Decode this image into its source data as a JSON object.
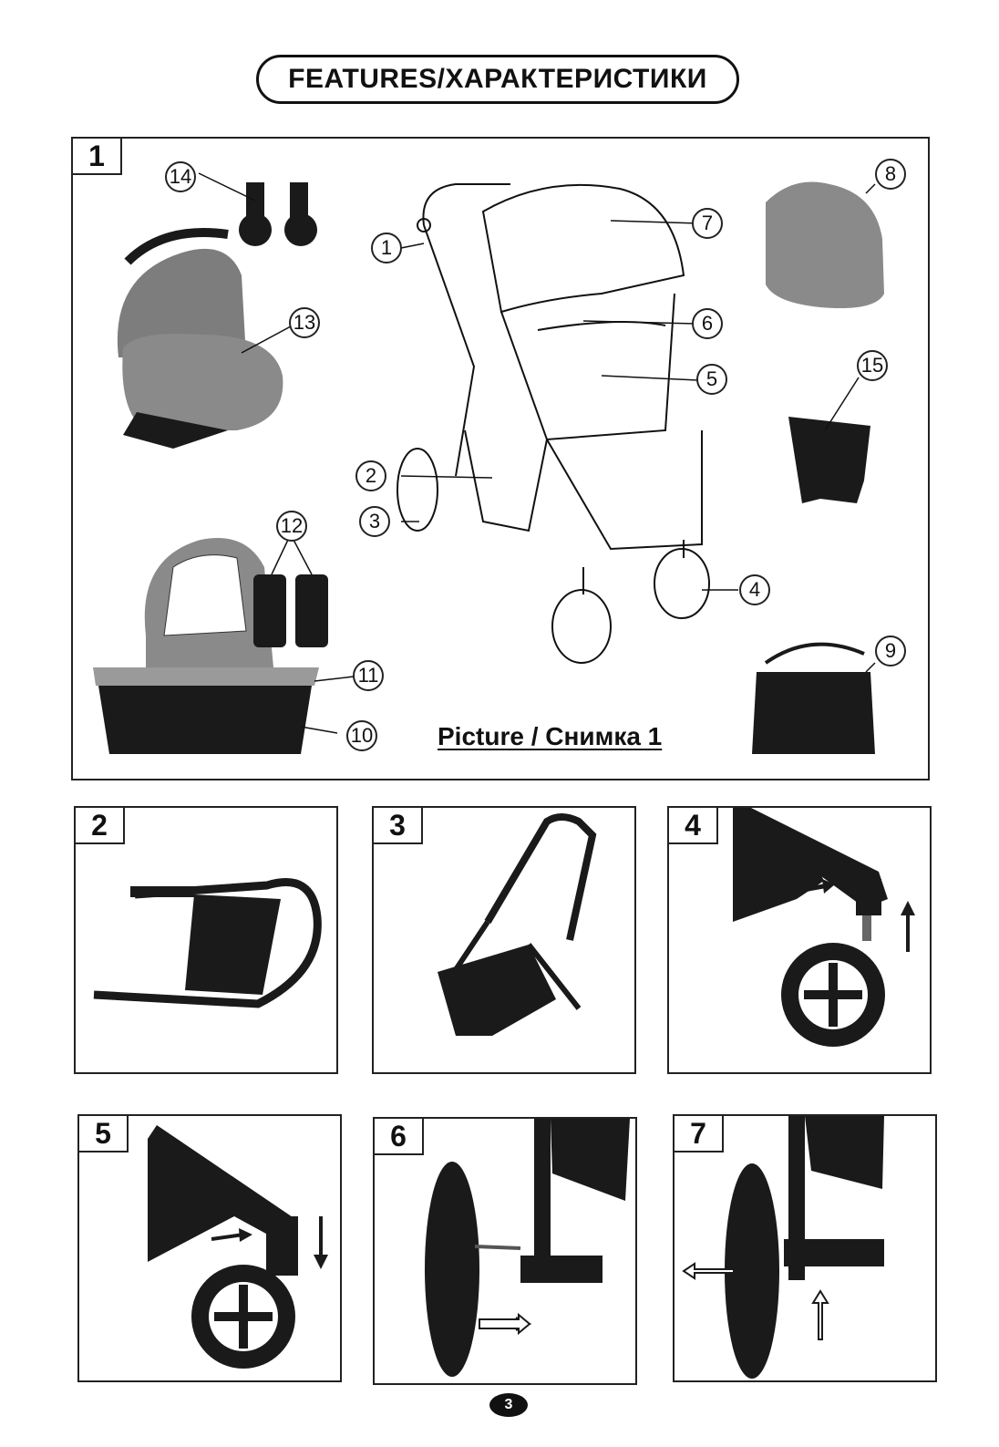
{
  "header": {
    "title": "FEATURES/ХАРАКТЕРИСТИКИ"
  },
  "panels": [
    {
      "number": "1"
    },
    {
      "number": "2"
    },
    {
      "number": "3"
    },
    {
      "number": "4"
    },
    {
      "number": "5"
    },
    {
      "number": "6"
    },
    {
      "number": "7"
    }
  ],
  "picture1": {
    "caption": "Picture / Снимка  1",
    "callouts": [
      "1",
      "2",
      "3",
      "4",
      "5",
      "6",
      "7",
      "8",
      "9",
      "10",
      "11",
      "12",
      "13",
      "14",
      "15"
    ]
  },
  "footer": {
    "page_number": "3"
  },
  "colors": {
    "ink": "#111111",
    "fabric_grey": "#8a8a8a",
    "frame_black": "#1a1a1a"
  }
}
